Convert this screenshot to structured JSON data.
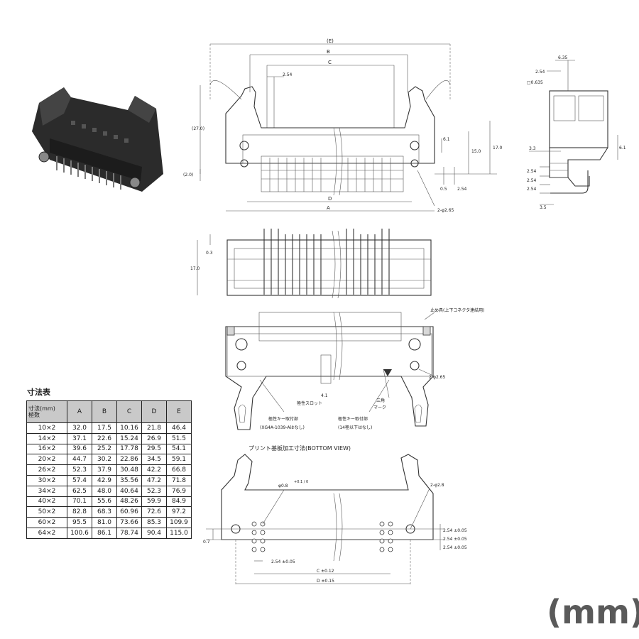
{
  "table": {
    "title": "寸法表",
    "header_label_line1": "寸法(mm)",
    "header_label_line2": "極数",
    "columns": [
      "A",
      "B",
      "C",
      "D",
      "E"
    ],
    "rows": [
      {
        "poles": "10×2",
        "values": [
          "32.0",
          "17.5",
          "10.16",
          "21.8",
          "46.4"
        ]
      },
      {
        "poles": "14×2",
        "values": [
          "37.1",
          "22.6",
          "15.24",
          "26.9",
          "51.5"
        ]
      },
      {
        "poles": "16×2",
        "values": [
          "39.6",
          "25.2",
          "17.78",
          "29.5",
          "54.1"
        ]
      },
      {
        "poles": "20×2",
        "values": [
          "44.7",
          "30.2",
          "22.86",
          "34.5",
          "59.1"
        ]
      },
      {
        "poles": "26×2",
        "values": [
          "52.3",
          "37.9",
          "30.48",
          "42.2",
          "66.8"
        ]
      },
      {
        "poles": "30×2",
        "values": [
          "57.4",
          "42.9",
          "35.56",
          "47.2",
          "71.8"
        ]
      },
      {
        "poles": "34×2",
        "values": [
          "62.5",
          "48.0",
          "40.64",
          "52.3",
          "76.9"
        ]
      },
      {
        "poles": "40×2",
        "values": [
          "70.1",
          "55.6",
          "48.26",
          "59.9",
          "84.9"
        ]
      },
      {
        "poles": "50×2",
        "values": [
          "82.8",
          "68.3",
          "60.96",
          "72.6",
          "97.2"
        ]
      },
      {
        "poles": "60×2",
        "values": [
          "95.5",
          "81.0",
          "73.66",
          "85.3",
          "109.9"
        ]
      },
      {
        "poles": "64×2",
        "values": [
          "100.6",
          "86.1",
          "78.74",
          "90.4",
          "115.0"
        ]
      }
    ]
  },
  "front_view": {
    "dim_E": "(E)",
    "dim_B": "B",
    "dim_C": "C",
    "dim_D": "D",
    "dim_A": "A",
    "pitch": "2.54",
    "height_27": "(27.0)",
    "height_2": "(2.0)",
    "dim_6_1": "6.1",
    "dim_15": "15.0",
    "dim_17": "17.0",
    "dim_0_5": "0.5",
    "dim_2_54": "2.54",
    "holes": "2-φ2.65"
  },
  "side_view": {
    "dim_6_35": "6.35",
    "dim_2_54": "2.54",
    "dim_0_635": "□0.635",
    "dim_3_3": "3.3",
    "dim_6_1": "6.1",
    "pitch_a": "2.54",
    "pitch_b": "2.54",
    "pitch_c": "2.54",
    "dim_3_5": "3.5"
  },
  "top_view": {
    "dim_0_3": "0.3",
    "dim_17": "17.0"
  },
  "rear_view": {
    "lock_label": "止め具(上下コネクタ連結用)",
    "holes": "2-φ2.65",
    "dim_4_1": "4.1",
    "polarity_slot": "極性スロット",
    "triangle_mark_1": "三角",
    "triangle_mark_2": "マーク",
    "key_left_1": "極性キー取付部",
    "key_left_2": "(XG4A-1039-Aはなし)",
    "key_right_1": "極性キー取付部",
    "key_right_2": "(14極以下はなし)"
  },
  "pcb_view": {
    "title": "プリント基板加工寸法(BOTTOM VIEW)",
    "hole_dia": "φ0.8",
    "hole_tol": "+0.1 / 0",
    "holes_big": "2-φ2.8",
    "pitch_1": "2.54 ±0.05",
    "pitch_2": "2.54 ±0.05",
    "pitch_3": "2.54 ±0.05",
    "pitch_bottom": "2.54 ±0.05",
    "dim_C": "C ±0.12",
    "dim_D": "D ±0.15",
    "dim_0_7": "0.7"
  },
  "unit": "(mm)"
}
